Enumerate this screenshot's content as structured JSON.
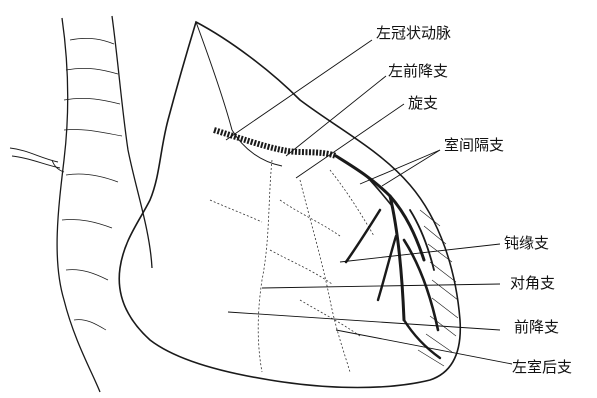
{
  "labels": {
    "left_coronary_artery": "左冠状动脉",
    "anterior_descending_branch_top": "左前降支",
    "circumflex_branch": "旋支",
    "septal_branch": "室间隔支",
    "obtuse_marginal_branch": "钝缘支",
    "diagonal_branch": "对角支",
    "anterior_descending_branch": "前降支",
    "left_ventricular_posterior_branch": "左室后支"
  },
  "colors": {
    "ink": "#111111",
    "artery": "#1a1a1a"
  }
}
